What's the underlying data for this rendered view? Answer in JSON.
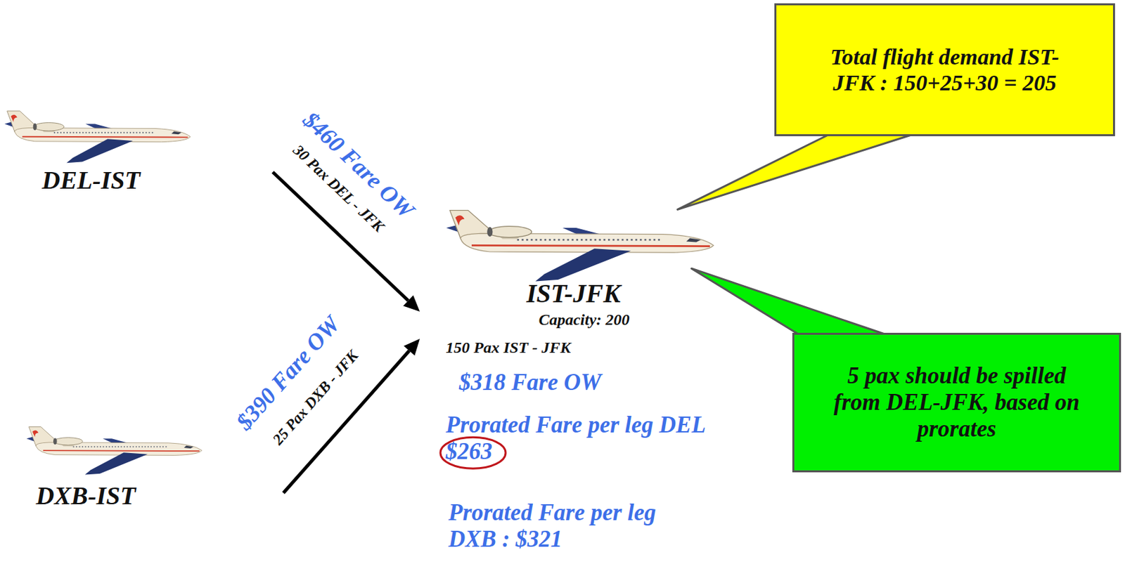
{
  "diagram": {
    "nodes": [
      {
        "text": [
          "DEL-IST"
        ]
      },
      {
        "text": [
          "DXB-IST"
        ]
      },
      {
        "text": [
          "IST-JFK",
          "Capacity: 200",
          "150 Pax IST - JFK",
          "$318 Fare OW",
          "Prorated Fare per leg DEL $263",
          "Prorated Fare per leg DXB : $321"
        ]
      },
      {
        "text": [
          "Total flight demand IST-JFK : 150+25+30 = 205"
        ]
      },
      {
        "text": [
          "5 pax should be spilled from DEL-JFK, based on prorates"
        ]
      }
    ],
    "edges": [
      {
        "from": 0,
        "to": 2,
        "label": "$460 Fare OW",
        "arrow": "to"
      },
      {
        "from": 1,
        "to": 2,
        "label": "$390 Fare OW",
        "arrow": "to"
      },
      {
        "from": 3,
        "to": 2,
        "arrow": "none"
      },
      {
        "from": 4,
        "to": 2,
        "arrow": "none"
      }
    ],
    "labels": [
      "30 Pax DEL - JFK",
      "25 Pax DXB - JFK"
    ]
  }
}
